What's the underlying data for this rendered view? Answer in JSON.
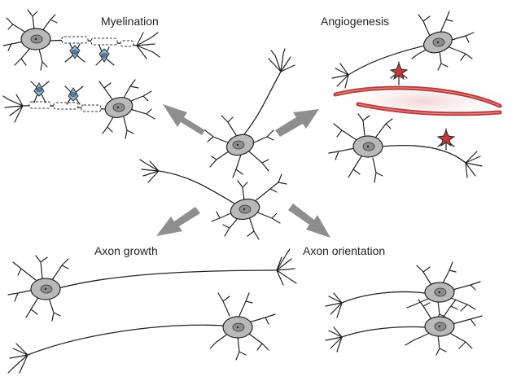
{
  "labels": {
    "myelination": "Myelination",
    "angiogenesis": "Angiogenesis",
    "axon_growth": "Axon growth",
    "axon_orientation": "Axon orientation"
  },
  "colors": {
    "soma": "#b9b9b9",
    "nucleus": "#8d8d8d",
    "oligodendrocyte": "#8fb3d4",
    "vessel": "#b93a3a",
    "pericyte": "#c73a3a",
    "arrow": "#8e8e8e"
  }
}
